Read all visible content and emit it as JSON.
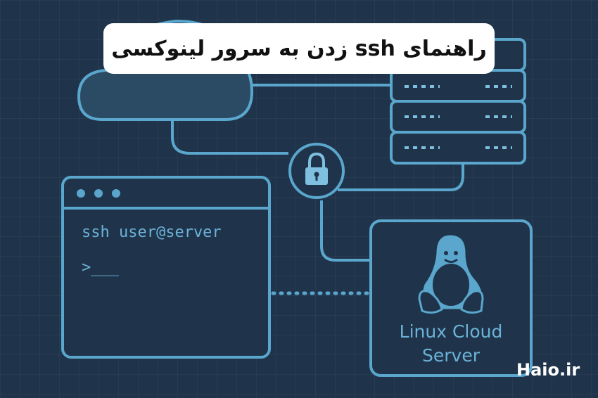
{
  "title": "راهنمای ssh زدن به سرور لینوکسی",
  "terminal": {
    "command": "ssh user@server",
    "prompt": ">___"
  },
  "server": {
    "label_line1": "Linux Cloud",
    "label_line2": "Server"
  },
  "brand": "Haio.ir",
  "colors": {
    "background": "#1f344b",
    "stroke": "#5aa6cc",
    "text": "#6cb2d8"
  }
}
